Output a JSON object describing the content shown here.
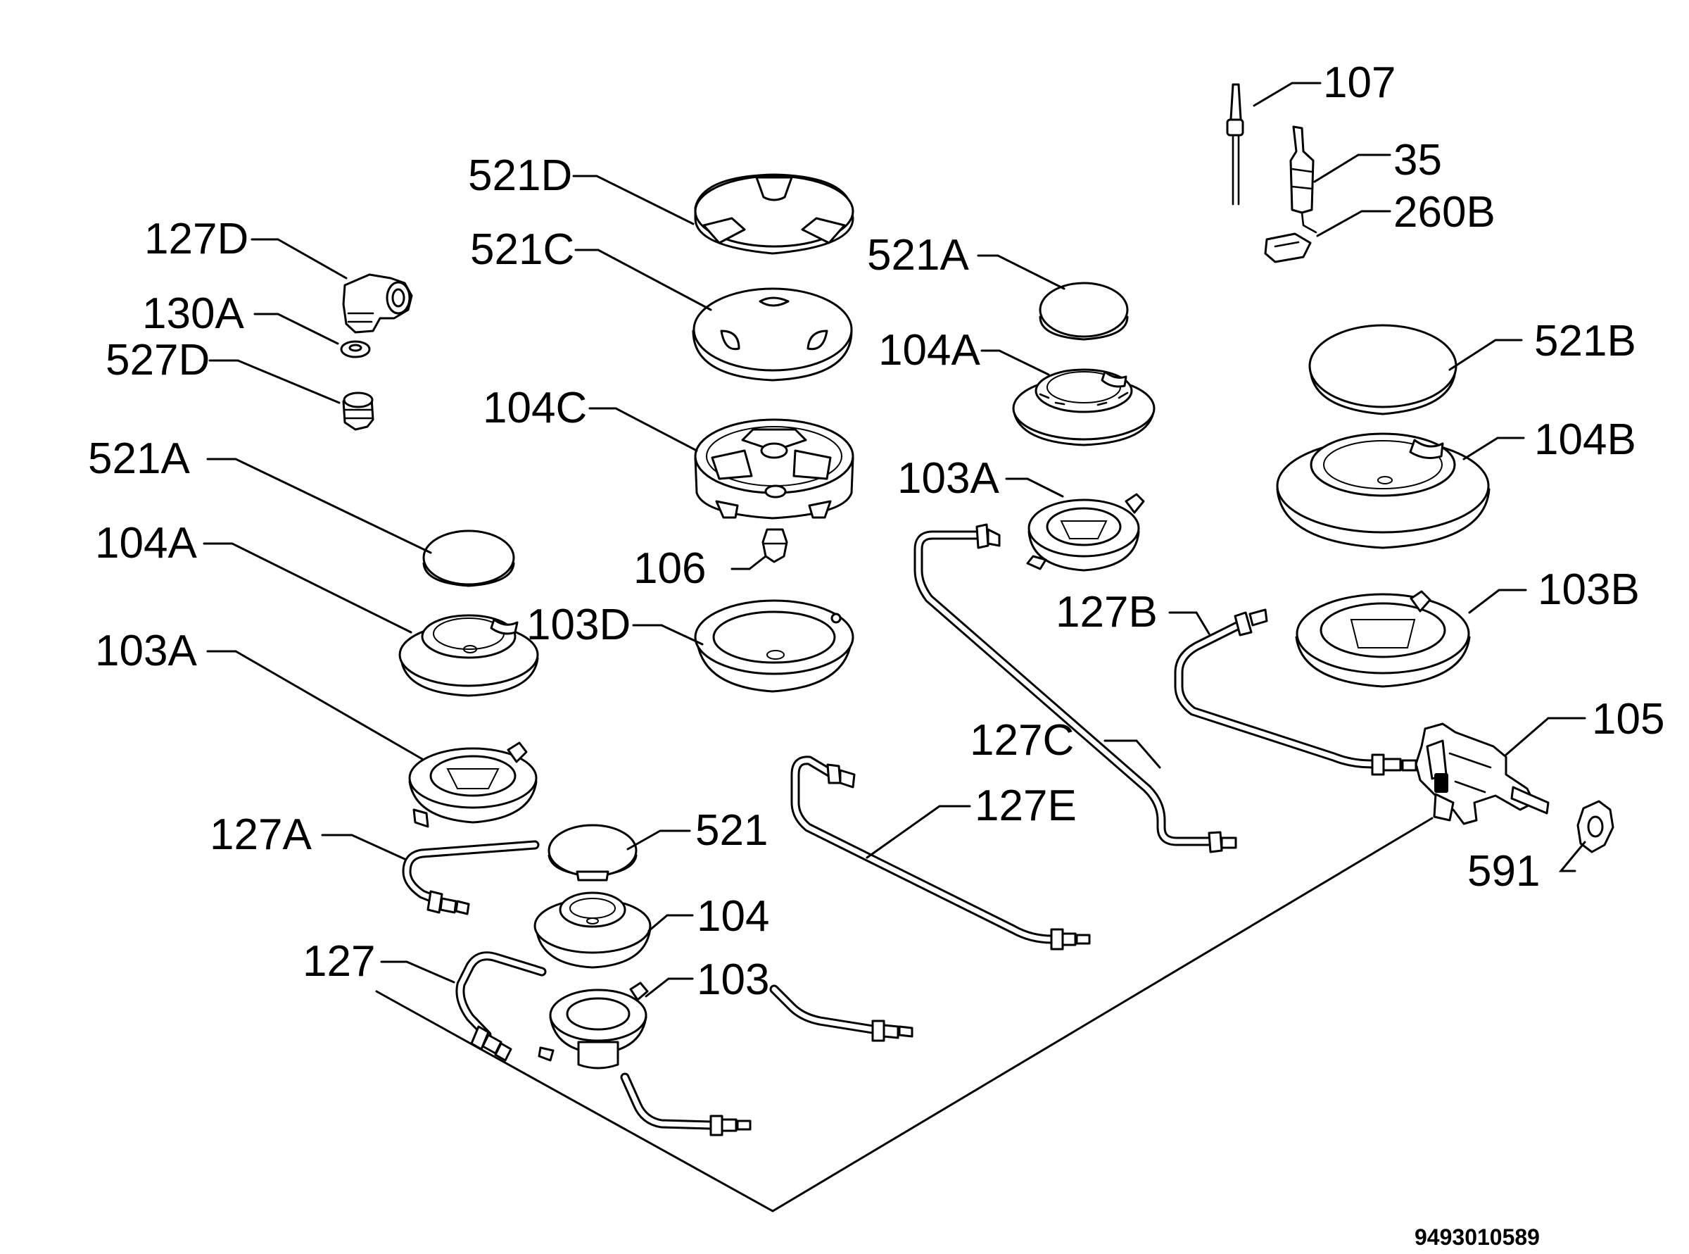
{
  "labels": {
    "p107": "107",
    "p35": "35",
    "p260b": "260B",
    "p127d": "127D",
    "p130a": "130A",
    "p527d": "527D",
    "p521d": "521D",
    "p521c": "521C",
    "p521a_top": "521A",
    "p104a_top": "104A",
    "p521b": "521B",
    "p104b": "104B",
    "p104c": "104C",
    "p103a_top": "103A",
    "p521a_left": "521A",
    "p104a_left": "104A",
    "p106": "106",
    "p103d": "103D",
    "p127b": "127B",
    "p103b": "103B",
    "p103a_left": "103A",
    "p127c": "127C",
    "p105": "105",
    "p127e": "127E",
    "p127a": "127A",
    "p521": "521",
    "p591": "591",
    "p104": "104",
    "p127": "127",
    "p103": "103"
  },
  "document_code": "9493010589"
}
